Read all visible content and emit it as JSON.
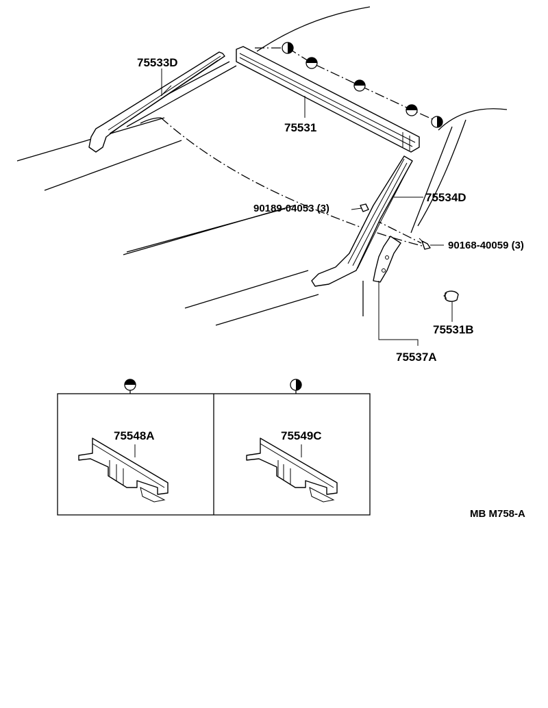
{
  "parts": {
    "moulding_left": "75533D",
    "moulding_top": "75531",
    "moulding_right": "75534D",
    "clip_nut": "90189-04053 (3)",
    "screw": "90168-40059 (3)",
    "clip_b": "75531B",
    "retainer": "75537A"
  },
  "details": {
    "left_part": "75548A",
    "right_part": "75549C"
  },
  "diagram_code": "MB M758-A",
  "symbols": {
    "left_clip": "half-shaded-circle-icon (top half dark)",
    "right_clip": "half-shaded-circle-icon (right half dark)"
  }
}
